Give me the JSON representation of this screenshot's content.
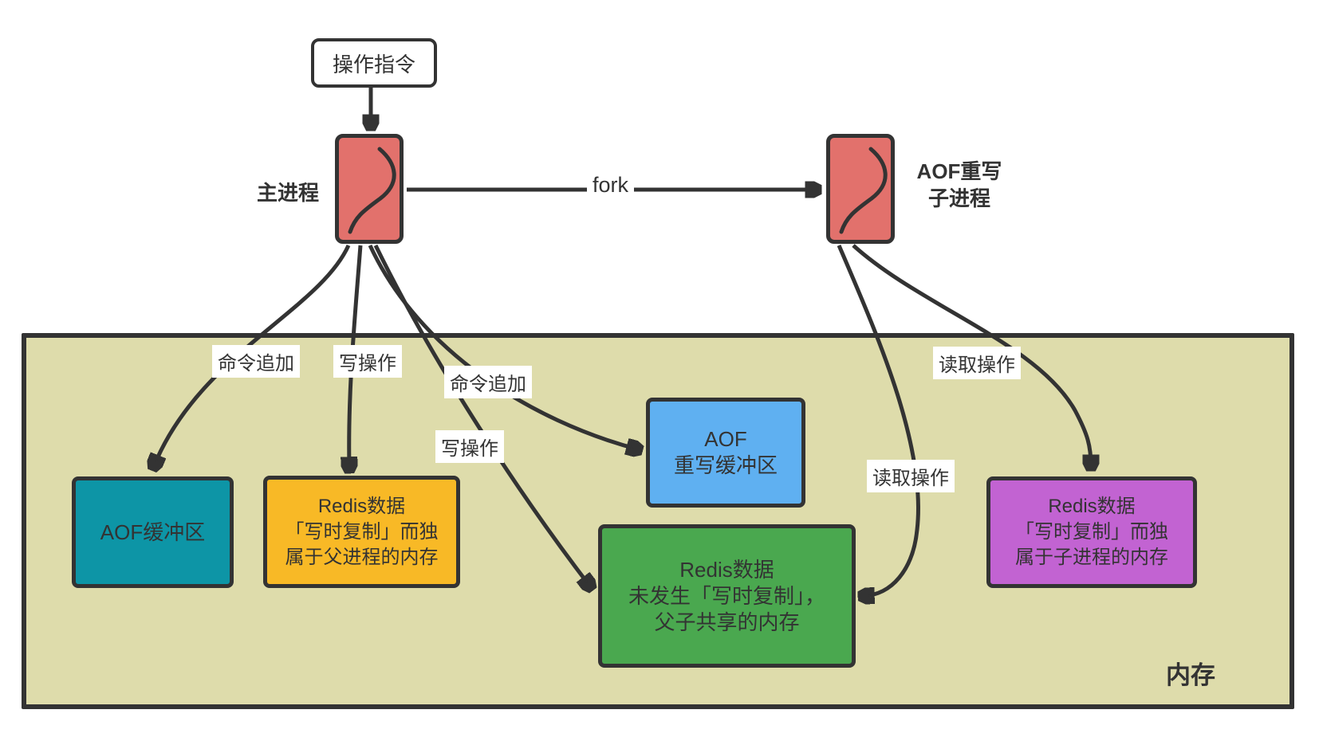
{
  "diagram_title": "Redis AOF rewrite fork copy-on-write memory diagram",
  "colors": {
    "memory_bg": "#dedcab",
    "process_fill": "#e2716c",
    "aof_buffer_fill": "#0d95a6",
    "parent_cow_fill": "#f8b926",
    "rewrite_buffer_fill": "#5fb0f1",
    "shared_mem_fill": "#4aa84f",
    "child_cow_fill": "#c263d2",
    "stroke": "#333333",
    "canvas_bg": "#ffffff"
  },
  "instruction": {
    "label": "操作指令"
  },
  "main_process": {
    "label": "主进程"
  },
  "child_process": {
    "line1": "AOF重写",
    "line2": "子进程"
  },
  "memory": {
    "label": "内存"
  },
  "boxes": {
    "aof_buffer": {
      "lines": [
        "AOF缓冲区"
      ]
    },
    "parent_cow": {
      "lines": [
        "Redis数据",
        "「写时复制」而独",
        "属于父进程的内存"
      ]
    },
    "rewrite_buffer": {
      "lines": [
        "AOF",
        "重写缓冲区"
      ]
    },
    "shared_mem": {
      "lines": [
        "Redis数据",
        "未发生「写时复制」，",
        "父子共享的内存"
      ]
    },
    "child_cow": {
      "lines": [
        "Redis数据",
        "「写时复制」而独",
        "属于子进程的内存"
      ]
    }
  },
  "edge_labels": {
    "fork": "fork",
    "cmd_append_1": "命令追加",
    "write_op_1": "写操作",
    "cmd_append_2": "命令追加",
    "write_op_2": "写操作",
    "read_op_1": "读取操作",
    "read_op_2": "读取操作"
  }
}
